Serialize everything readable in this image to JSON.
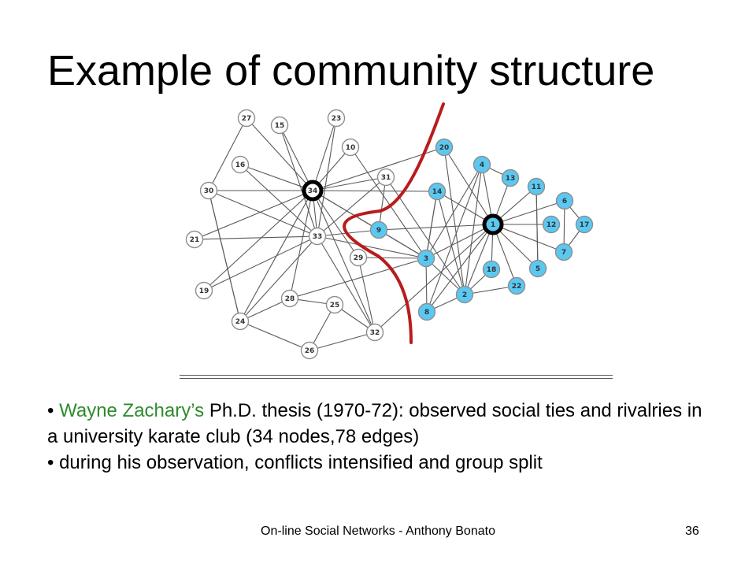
{
  "slide": {
    "title": "Example of community structure",
    "bullet1_prefix": "• ",
    "bullet1_highlight": "Wayne Zachary’s",
    "bullet1_rest": " Ph.D. thesis (1970-72): observed social ties and rivalries in a university karate club (34 nodes,78 edges)",
    "bullet2": "• during his observation, conflicts intensified and group split",
    "footer": "On-line Social Networks - Anthony Bonato",
    "page_number": "36"
  },
  "graph": {
    "colors": {
      "left_community": "#ffffff",
      "right_community": "#5bc8f2",
      "hub_ring": "#000000",
      "split_line": "#b81c1c"
    },
    "nodes": [
      {
        "id": "27",
        "group": "left"
      },
      {
        "id": "15",
        "group": "left"
      },
      {
        "id": "23",
        "group": "left"
      },
      {
        "id": "10",
        "group": "left"
      },
      {
        "id": "16",
        "group": "left"
      },
      {
        "id": "30",
        "group": "left"
      },
      {
        "id": "34",
        "group": "left",
        "hub": true
      },
      {
        "id": "31",
        "group": "left"
      },
      {
        "id": "21",
        "group": "left"
      },
      {
        "id": "33",
        "group": "left"
      },
      {
        "id": "29",
        "group": "left"
      },
      {
        "id": "19",
        "group": "left"
      },
      {
        "id": "28",
        "group": "left"
      },
      {
        "id": "25",
        "group": "left"
      },
      {
        "id": "24",
        "group": "left"
      },
      {
        "id": "32",
        "group": "left"
      },
      {
        "id": "26",
        "group": "left"
      },
      {
        "id": "20",
        "group": "right"
      },
      {
        "id": "4",
        "group": "right"
      },
      {
        "id": "13",
        "group": "right"
      },
      {
        "id": "14",
        "group": "right"
      },
      {
        "id": "11",
        "group": "right"
      },
      {
        "id": "6",
        "group": "right"
      },
      {
        "id": "1",
        "group": "right",
        "hub": true
      },
      {
        "id": "9",
        "group": "right"
      },
      {
        "id": "12",
        "group": "right"
      },
      {
        "id": "17",
        "group": "right"
      },
      {
        "id": "7",
        "group": "right"
      },
      {
        "id": "3",
        "group": "right"
      },
      {
        "id": "5",
        "group": "right"
      },
      {
        "id": "18",
        "group": "right"
      },
      {
        "id": "22",
        "group": "right"
      },
      {
        "id": "2",
        "group": "right"
      },
      {
        "id": "8",
        "group": "right"
      }
    ],
    "edges": [
      [
        "27",
        "34"
      ],
      [
        "27",
        "30"
      ],
      [
        "15",
        "34"
      ],
      [
        "15",
        "33"
      ],
      [
        "23",
        "34"
      ],
      [
        "23",
        "33"
      ],
      [
        "10",
        "34"
      ],
      [
        "10",
        "3"
      ],
      [
        "16",
        "34"
      ],
      [
        "16",
        "33"
      ],
      [
        "30",
        "34"
      ],
      [
        "30",
        "33"
      ],
      [
        "30",
        "24"
      ],
      [
        "21",
        "34"
      ],
      [
        "21",
        "33"
      ],
      [
        "19",
        "34"
      ],
      [
        "19",
        "33"
      ],
      [
        "31",
        "34"
      ],
      [
        "31",
        "33"
      ],
      [
        "31",
        "9"
      ],
      [
        "31",
        "2"
      ],
      [
        "33",
        "34"
      ],
      [
        "33",
        "9"
      ],
      [
        "33",
        "3"
      ],
      [
        "33",
        "32"
      ],
      [
        "33",
        "24"
      ],
      [
        "29",
        "34"
      ],
      [
        "29",
        "3"
      ],
      [
        "29",
        "32"
      ],
      [
        "28",
        "34"
      ],
      [
        "28",
        "3"
      ],
      [
        "28",
        "24"
      ],
      [
        "28",
        "25"
      ],
      [
        "25",
        "32"
      ],
      [
        "25",
        "26"
      ],
      [
        "24",
        "26"
      ],
      [
        "24",
        "34"
      ],
      [
        "24",
        "30"
      ],
      [
        "26",
        "32"
      ],
      [
        "32",
        "34"
      ],
      [
        "32",
        "1"
      ],
      [
        "34",
        "9"
      ],
      [
        "34",
        "14"
      ],
      [
        "34",
        "20"
      ],
      [
        "34",
        "3"
      ],
      [
        "9",
        "1"
      ],
      [
        "9",
        "3"
      ],
      [
        "20",
        "1"
      ],
      [
        "20",
        "2"
      ],
      [
        "14",
        "1"
      ],
      [
        "14",
        "3"
      ],
      [
        "14",
        "2"
      ],
      [
        "3",
        "1"
      ],
      [
        "3",
        "2"
      ],
      [
        "3",
        "4"
      ],
      [
        "3",
        "8"
      ],
      [
        "3",
        "14"
      ],
      [
        "4",
        "1"
      ],
      [
        "4",
        "2"
      ],
      [
        "4",
        "8"
      ],
      [
        "13",
        "1"
      ],
      [
        "13",
        "4"
      ],
      [
        "11",
        "1"
      ],
      [
        "11",
        "5"
      ],
      [
        "6",
        "1"
      ],
      [
        "6",
        "7"
      ],
      [
        "6",
        "17"
      ],
      [
        "12",
        "1"
      ],
      [
        "17",
        "7"
      ],
      [
        "7",
        "1"
      ],
      [
        "5",
        "1"
      ],
      [
        "5",
        "11"
      ],
      [
        "18",
        "1"
      ],
      [
        "18",
        "2"
      ],
      [
        "22",
        "1"
      ],
      [
        "22",
        "2"
      ],
      [
        "2",
        "1"
      ],
      [
        "8",
        "1"
      ],
      [
        "8",
        "2"
      ]
    ]
  }
}
